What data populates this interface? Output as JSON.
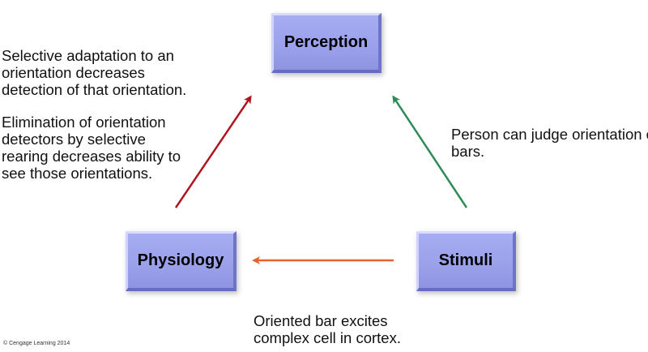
{
  "nodes": {
    "perception": "Perception",
    "physiology": "Physiology",
    "stimuli": "Stimuli"
  },
  "annotations": {
    "physiology_to_perception": {
      "paragraph1": [
        "Selective adaptation to an",
        "orientation decreases",
        "detection of that orientation."
      ],
      "paragraph2": [
        "Elimination of orientation",
        "detectors by selective",
        "rearing decreases ability to",
        "see those orientations."
      ]
    },
    "stimuli_to_perception": [
      "Person can judge orientation of",
      "bars."
    ],
    "stimuli_to_physiology": [
      "Oriented bar excites",
      "complex cell in cortex."
    ]
  },
  "colors": {
    "box_fill": "#9aa0ea",
    "arrow_physiology_perception": "#b0121e",
    "arrow_stimuli_perception": "#2e8b57",
    "arrow_stimuli_physiology": "#e8632c"
  },
  "copyright": "© Cengage Learning 2014"
}
